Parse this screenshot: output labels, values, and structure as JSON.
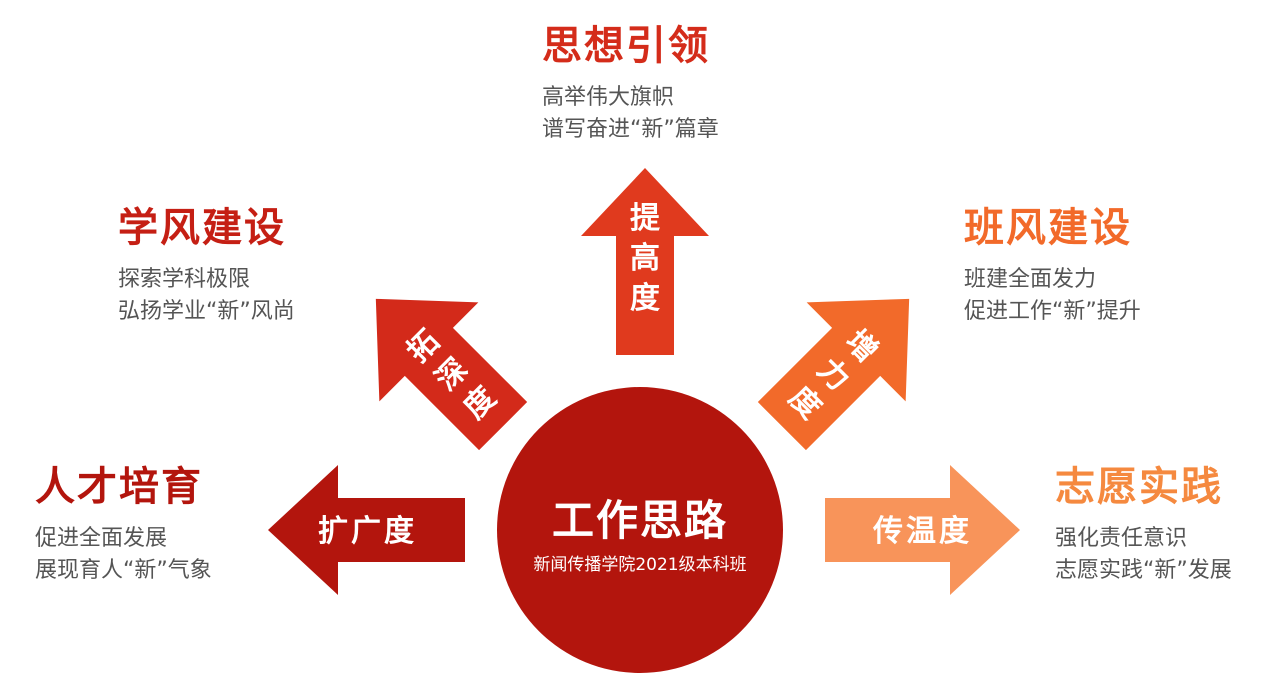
{
  "center": {
    "title": "工作思路",
    "subtitle": "新闻传播学院2021级本科班",
    "color": "#b3150d"
  },
  "arrows": {
    "up": {
      "label": [
        "提",
        "高",
        "度"
      ],
      "color": "#e03a1e"
    },
    "upper_left": {
      "label": [
        "拓",
        "深",
        "度"
      ],
      "color": "#d32a1a"
    },
    "upper_right": {
      "label": [
        "增",
        "力",
        "度"
      ],
      "color": "#f26a2a"
    },
    "left": {
      "label": [
        "扩",
        "广",
        "度"
      ],
      "color": "#b3150d"
    },
    "right": {
      "label": [
        "传",
        "温",
        "度"
      ],
      "color": "#f8945a"
    }
  },
  "blocks": {
    "top": {
      "title": "思想引领",
      "lines": [
        "高举伟大旗帜",
        "谱写奋进“新”篇章"
      ],
      "title_color": "#d42c1a"
    },
    "upper_left": {
      "title": "学风建设",
      "lines": [
        "探索学科极限",
        "弘扬学业“新”风尚"
      ],
      "title_color": "#c51f14"
    },
    "upper_right": {
      "title": "班风建设",
      "lines": [
        "班建全面发力",
        "促进工作“新”提升"
      ],
      "title_color": "#f26a2a"
    },
    "left": {
      "title": "人才培育",
      "lines": [
        "促进全面发展",
        "展现育人“新”气象"
      ],
      "title_color": "#b3150d"
    },
    "right": {
      "title": "志愿实践",
      "lines": [
        "强化责任意识",
        "志愿实践“新”发展"
      ],
      "title_color": "#f5893f"
    }
  }
}
